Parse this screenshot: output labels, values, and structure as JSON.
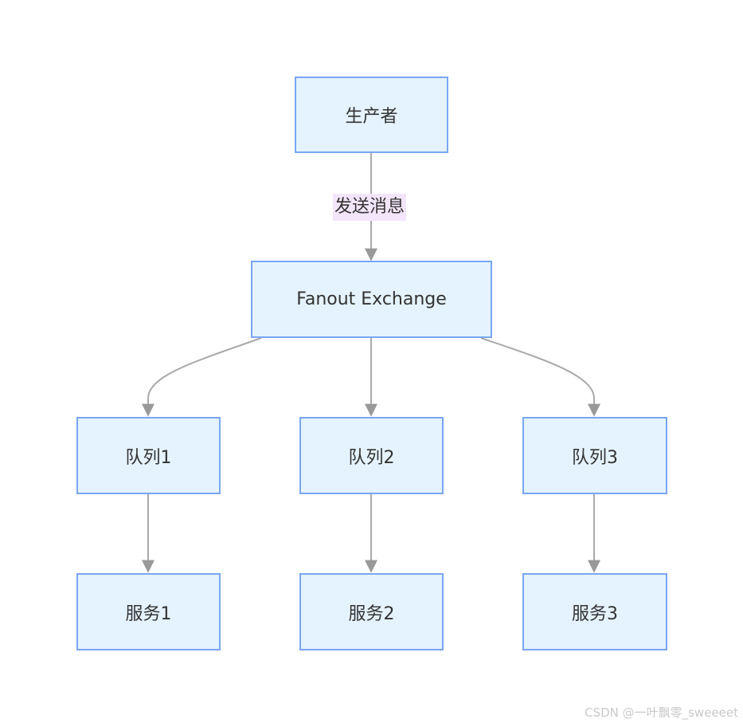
{
  "nodes": {
    "producer": "生产者",
    "exchange": "Fanout Exchange",
    "queue1": "队列1",
    "queue2": "队列2",
    "queue3": "队列3",
    "service1": "服务1",
    "service2": "服务2",
    "service3": "服务3"
  },
  "edge_labels": {
    "send_message": "发送消息"
  },
  "watermark": "CSDN @一叶飘零_sweeeet",
  "colors": {
    "node_fill": "#e4f3fd",
    "node_border": "#7aa6f2",
    "edge": "#9e9e9e",
    "label_bg": "#f3e6fb",
    "text": "#333333"
  }
}
